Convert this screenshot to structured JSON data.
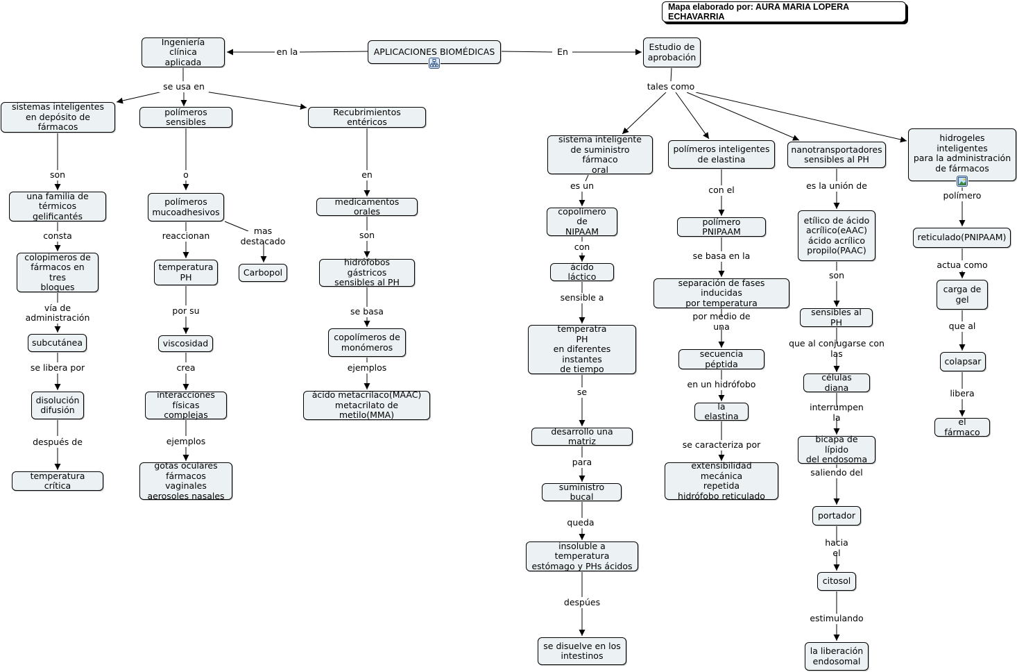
{
  "author_label": "Mapa elaborado por: AURA MARIA LOPERA ECHAVARRIA",
  "icons": {
    "concept_map_resource": "concept-map-icon",
    "image_resource": "image-icon"
  },
  "colors": {
    "node_fill": "#ecf1f3",
    "node_border": "#000000",
    "line": "#000000",
    "icon_border": "#2a4d7f"
  },
  "concepts": {
    "root": "APLICACIONES BIOMÉDICAS",
    "ing": "Ingeniería clínica\naplicada",
    "est": "Estudio de\naprobación",
    "sist": "sistemas inteligentes\nen depósito de fármacos",
    "polsen": "polímeros sensibles",
    "recub": "Recubrimientos entéricos",
    "fam": "una familia de\ntérmicos gelificantés",
    "colo": "colopimeros de\nfármacos en tres\nbloques",
    "subc": "subcutánea",
    "disol": "disolución\ndifusión",
    "tcrit": "temperatura crítica",
    "mucoa": "polímeros\nmucoadhesivos",
    "carb": "Carbopol",
    "tph": "temperatura\nPH",
    "visc": "viscosidad",
    "inter": "interacciones\nfísicas complejas",
    "gotas": "gotas oculares\nfármacos vaginales\naerosoles nasales",
    "medo": "medicamentos orales",
    "hidro": "hidrófobos gástricos\nsensibles al PH",
    "copom": "copolímeros de\nmonómeros",
    "acmet": "ácido metacrilaco(MAAC)\nmetacrilato de metilo(MMA)",
    "sisor": "sistema inteligente\nde suministro fármaco\noral",
    "copni": "copolímero de\nNIPAAM",
    "aclac": "ácido láctico",
    "tempph": "temperatra\nPH\nen diferentes instantes\nde tiempo",
    "desm": "desarrollo una matriz",
    "sumb": "suministro bucal",
    "insol": "insoluble a temperatura\nestómago y PHs ácidos",
    "sedis": "se disuelve en los\nintestinos",
    "polel": "polímeros inteligentes\nde elastina",
    "pnipaam": "polímero PNIPAAM",
    "sepf": "separación de fases inducidas\npor temperatura",
    "secp": "secuencia péptida",
    "laela": "la elastina",
    "extm": "extensibilidad mecánica\nrepetida\nhidrófobo reticulado",
    "nano": "nanotransportadores\nsensibles al PH",
    "etil": "etílico de ácido\nacrílico(eAAC)\nácido acrílico\npropilo(PAAC)",
    "sensph": "sensibles al PH",
    "celd": "células diana",
    "bica": "bicapa de lípido\ndel endosoma",
    "port": "portador",
    "cito": "citosol",
    "libend": "la liberación\nendosomal",
    "hidrog": "hidrogeles inteligentes\npara la administración\nde fármacos",
    "retic": "reticulado(PNIPAAM)",
    "carga": "carga de\ngel",
    "colap": "colapsar",
    "elfar": "el fármaco"
  },
  "links": {
    "enla": "en la",
    "En": "En",
    "seusa": "se usa en",
    "tales": "tales como",
    "son1": "son",
    "consta": "consta",
    "via": "vía de\nadministración",
    "selib": "se libera por",
    "despues1": "después de",
    "o": "o",
    "reacc": "reaccionan",
    "masd": "mas destacado",
    "porsu": "por su",
    "crea": "crea",
    "ej1": "ejemplos",
    "en1": "en",
    "son2": "son",
    "sebasa": "se basa",
    "ej2": "ejemplos",
    "esun": "es un",
    "con1": "con",
    "sens": "sensible a",
    "se": "se",
    "para": "para",
    "queda": "queda",
    "despues2": "despúes",
    "conel": "con el",
    "sebasaen": "se basa en la",
    "pormedio": "por medio de una",
    "enhid": "en un hidrófobo",
    "secar": "se caracteriza por",
    "esunion": "es la unión de",
    "son3": "son",
    "queal": "que al conjugarse con las",
    "interr": "interrumpen la",
    "saliendo": "saliendo del",
    "haciael": "hacia el",
    "estim": "estimulando",
    "polimero": "polímero",
    "actua": "actua como",
    "queal2": "que al",
    "libera": "libera"
  }
}
